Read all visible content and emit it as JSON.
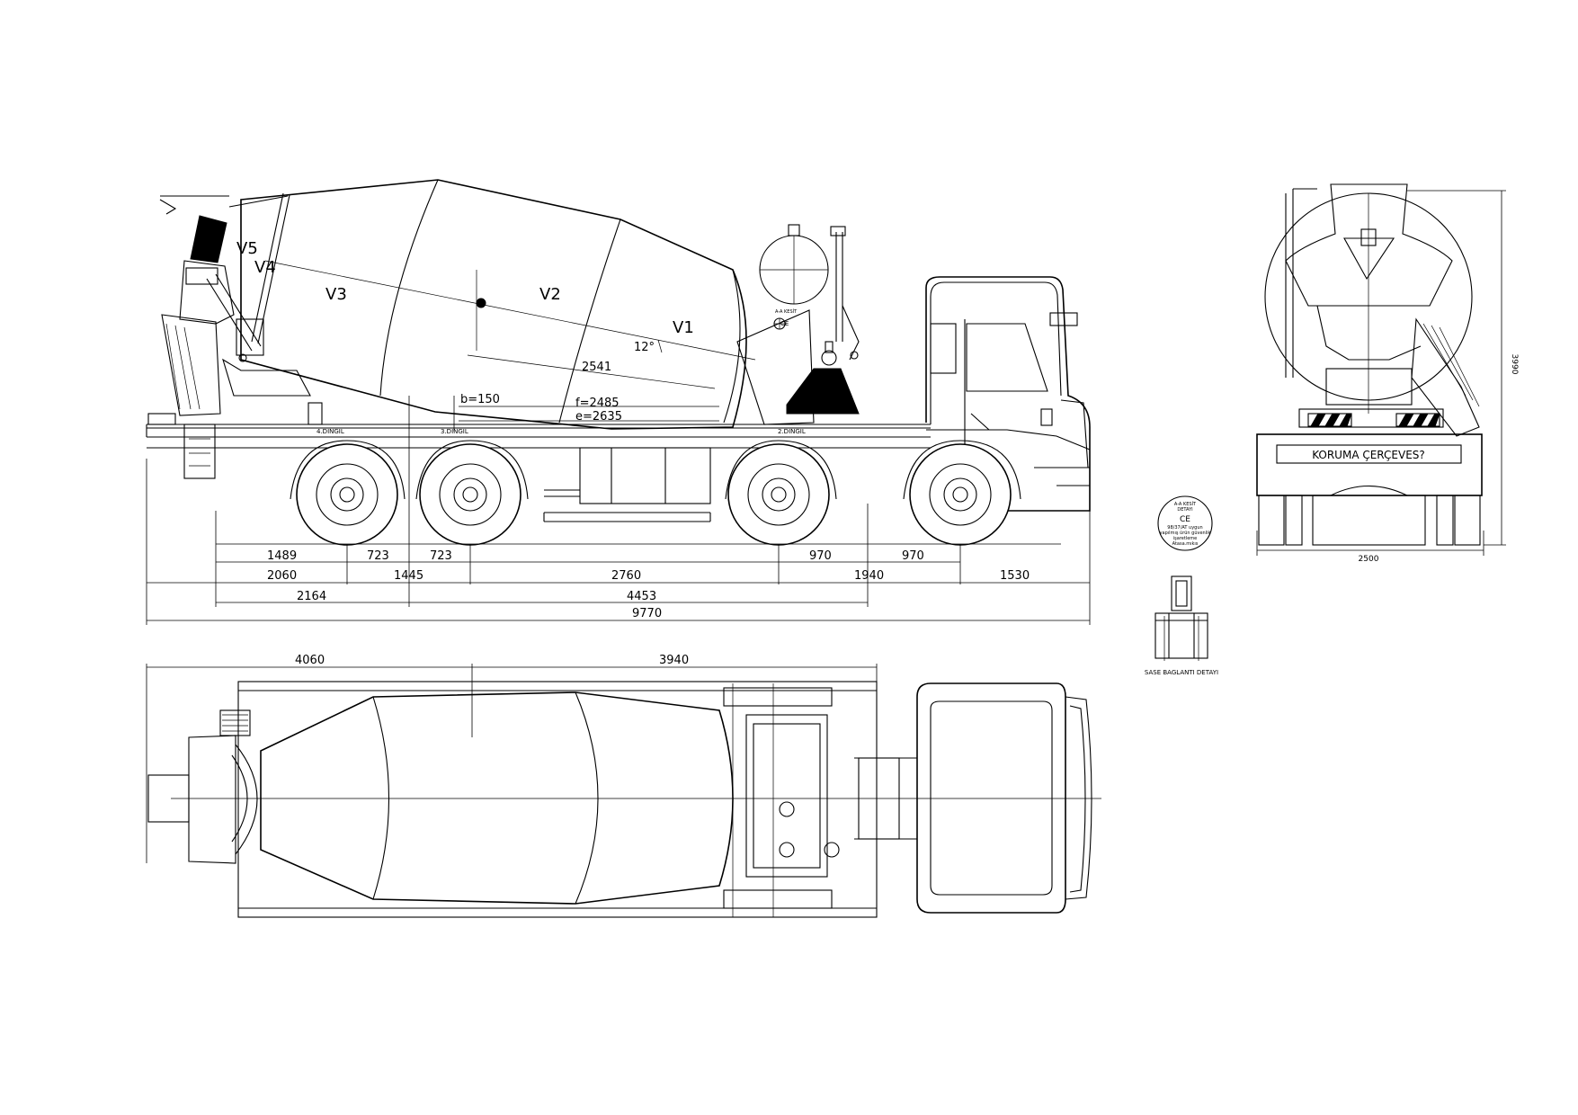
{
  "side_view": {
    "volume_labels": [
      "V1",
      "V2",
      "V3",
      "V4",
      "V5"
    ],
    "angle_label": "12°",
    "internal_dims": {
      "d2541": "2541",
      "b": "b=150",
      "f": "f=2485",
      "e": "e=2635"
    },
    "axle_labels": {
      "axle4": "4.DINGIL",
      "axle3": "3.DINGIL",
      "axle2": "2.DINGIL"
    },
    "ce_plate": "A-A KESİT",
    "dims_row1": {
      "d1489": "1489",
      "d723a": "723",
      "d723b": "723",
      "d970a": "970",
      "d970b": "970"
    },
    "dims_row2": {
      "d2060": "2060",
      "d1445": "1445",
      "d2760": "2760",
      "d1940": "1940",
      "d1530": "1530"
    },
    "dims_row3": {
      "d2164": "2164",
      "d4453": "4453"
    },
    "dims_total": {
      "d9770": "9770"
    }
  },
  "top_view": {
    "dims": {
      "d4060": "4060",
      "d3940": "3940"
    }
  },
  "rear_view": {
    "guard_label": "KORUMA ÇERÇEVES?",
    "width": "2500",
    "height": "3990"
  },
  "ce_label": {
    "line1": "A-A KESİT",
    "line2": "DETAYI",
    "mark": "CE",
    "line3": "98/37/AT uygun",
    "line4": "yapılmış ürün güvenlik",
    "line5": "işaretleme",
    "line6": "Atasa.mıkıs"
  },
  "chassis_detail": {
    "title": "SASE BAGLANTI DETAYI"
  }
}
